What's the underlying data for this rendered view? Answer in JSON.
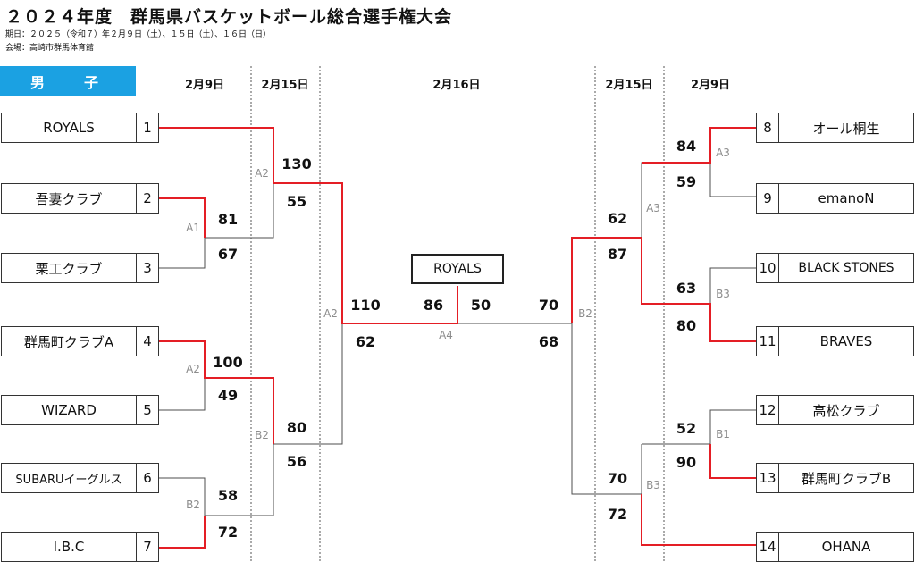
{
  "header": {
    "title": "２０２４年度　群馬県バスケットボール総合選手権大会",
    "dates": "期日：２０２５（令和７）年２月９日（土）、１５日（土）、１６日（日）",
    "venue": "会場：高崎市群馬体育館"
  },
  "division": "男　子",
  "dates": {
    "l1": "2月9日",
    "l2": "2月15日",
    "center": "2月16日",
    "r2": "2月15日",
    "r1": "2月9日"
  },
  "teams_left": [
    {
      "name": "ROYALS",
      "seed": "1"
    },
    {
      "name": "吾妻クラブ",
      "seed": "2"
    },
    {
      "name": "栗工クラブ",
      "seed": "3"
    },
    {
      "name": "群馬町クラブA",
      "seed": "4"
    },
    {
      "name": "WIZARD",
      "seed": "5"
    },
    {
      "name": "SUBARUイーグルス",
      "seed": "6"
    },
    {
      "name": "I.B.C",
      "seed": "7"
    }
  ],
  "teams_right": [
    {
      "name": "オール桐生",
      "seed": "8"
    },
    {
      "name": "emanoN",
      "seed": "9"
    },
    {
      "name": "BLACK STONES",
      "seed": "10"
    },
    {
      "name": "BRAVES",
      "seed": "11"
    },
    {
      "name": "高松クラブ",
      "seed": "12"
    },
    {
      "name": "群馬町クラブB",
      "seed": "13"
    },
    {
      "name": "OHANA",
      "seed": "14"
    }
  ],
  "games": {
    "left_a1": "A1",
    "left_a2_top": "A2",
    "left_a2_mid": "A2",
    "left_b2_low": "B2",
    "left_b2_mid": "B2",
    "left_a2_semi": "A2",
    "final": "A4",
    "right_a3_top": "A3",
    "right_a3_mid": "A3",
    "right_b3_mid": "B3",
    "right_b1": "B1",
    "right_b3_low": "B3",
    "right_b2_semi": "B2"
  },
  "scores": {
    "a1_top": "81",
    "a1_bot": "67",
    "a2top_top": "130",
    "a2top_bot": "55",
    "a2mid_top": "100",
    "a2mid_bot": "49",
    "b2low_top": "58",
    "b2low_bot": "72",
    "b2mid_top": "80",
    "b2mid_bot": "56",
    "semiL_top": "110",
    "semiL_bot": "62",
    "final_left": "86",
    "final_right": "50",
    "semiR_top": "70",
    "semiR_bot": "68",
    "a3top_top": "84",
    "a3top_bot": "59",
    "a3mid_top": "62",
    "a3mid_bot": "87",
    "b3mid_top": "63",
    "b3mid_bot": "80",
    "b1_top": "52",
    "b1_bot": "90",
    "b3low_top": "70",
    "b3low_bot": "72"
  },
  "champion": "ROYALS",
  "colors": {
    "win": "#e41e25",
    "line": "#4d4d4d",
    "header": "#1ba1e2"
  }
}
